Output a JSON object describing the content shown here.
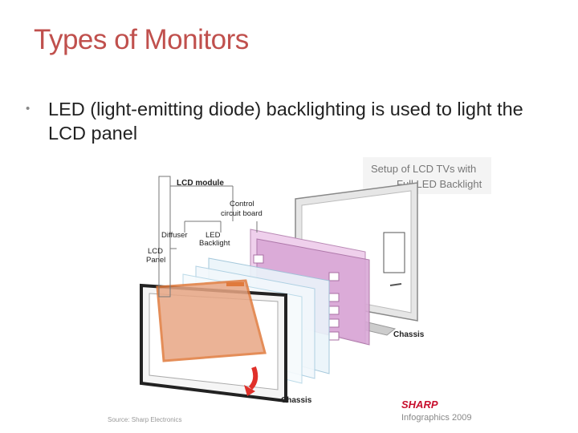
{
  "slide": {
    "title": "Types of Monitors",
    "bullets": [
      "LED (light-emitting diode) backlighting is used to light the LCD panel"
    ]
  },
  "figure": {
    "caption_line1": "Setup of LCD TVs with",
    "caption_line2": "Full LED Backlight",
    "labels": {
      "lcd_module": "LCD module",
      "control_line1": "Control",
      "control_line2": "circuit board",
      "diffuser": "Diffuser",
      "led_line1": "LED",
      "led_line2": "Backlight",
      "panel_line1": "LCD",
      "panel_line2": "Panel",
      "chassis_back": "Chassis",
      "chassis_front": "Chassis"
    },
    "source": "Source: Sharp Electronics",
    "brand": "SHARP",
    "brand_sub": "Infographics 2009",
    "colors": {
      "title": "#c0504d",
      "brand": "#c8102e",
      "led_layer": "#d9a8d6",
      "panel_frame": "#e07a3c"
    }
  }
}
